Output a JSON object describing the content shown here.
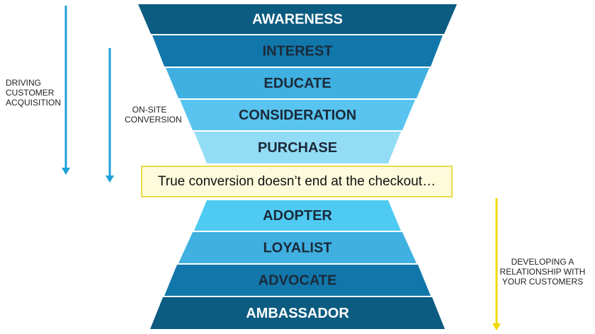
{
  "funnel_top": {
    "stages": [
      {
        "label": "AWARENESS",
        "color": "#0c5b80",
        "text_color": "#ffffff"
      },
      {
        "label": "INTEREST",
        "color": "#1177aa",
        "text_color": "#1b2a3a"
      },
      {
        "label": "EDUCATE",
        "color": "#3fb0e0",
        "text_color": "#1b2a3a"
      },
      {
        "label": "CONSIDERATION",
        "color": "#58c4ef",
        "text_color": "#1b2a3a"
      },
      {
        "label": "PURCHASE",
        "color": "#93dcf6",
        "text_color": "#1b2a3a"
      }
    ]
  },
  "callout": {
    "text": "True conversion doesn’t end at the checkout…",
    "background": "#fdfbdc",
    "border": "#e8dc4a"
  },
  "funnel_bottom": {
    "stages": [
      {
        "label": "ADOPTER",
        "color": "#4fcbf3",
        "text_color": "#1b2a3a"
      },
      {
        "label": "LOYALIST",
        "color": "#3fb0e0",
        "text_color": "#1b2a3a"
      },
      {
        "label": "ADVOCATE",
        "color": "#1177aa",
        "text_color": "#1b2a3a"
      },
      {
        "label": "AMBASSADOR",
        "color": "#0c5b80",
        "text_color": "#ffffff"
      }
    ]
  },
  "annotations": {
    "driving_acquisition": {
      "lines": [
        "DRIVING",
        "CUSTOMER",
        "ACQUISITION"
      ],
      "arrow_color": "#1ea0d8"
    },
    "onsite_conversion": {
      "lines": [
        "ON-SITE",
        "CONVERSION"
      ],
      "arrow_color": "#1ea0d8"
    },
    "developing_relationship": {
      "lines": [
        "DEVELOPING A",
        "RELATIONSHIP WITH",
        "YOUR CUSTOMERS"
      ],
      "arrow_color": "#f2d800"
    }
  }
}
